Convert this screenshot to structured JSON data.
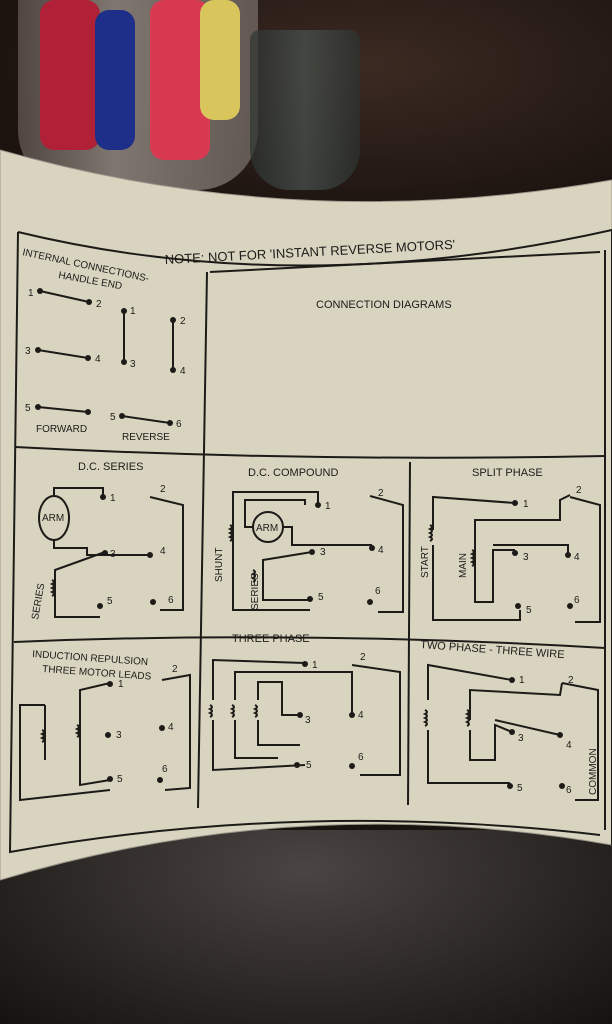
{
  "note": "NOTE: NOT FOR 'INSTANT REVERSE MOTORS'",
  "connection_diagrams_title": "CONNECTION DIAGRAMS",
  "internal": {
    "title_line1": "INTERNAL CONNECTIONS-",
    "title_line2": "HANDLE END",
    "forward": "FORWARD",
    "reverse": "REVERSE",
    "terminals": [
      "1",
      "2",
      "3",
      "4",
      "5",
      "6"
    ]
  },
  "panels": {
    "dc_series": {
      "title": "D.C. SERIES",
      "arm": "ARM",
      "series": "SERIES"
    },
    "dc_compound": {
      "title": "D.C. COMPOUND",
      "arm": "ARM",
      "shunt": "SHUNT",
      "series": "SERIES"
    },
    "split_phase": {
      "title": "SPLIT PHASE",
      "start": "START",
      "main": "MAIN"
    },
    "induction": {
      "title_line1": "INDUCTION REPULSION",
      "title_line2": "THREE MOTOR LEADS"
    },
    "three_phase": {
      "title": "THREE PHASE"
    },
    "two_phase": {
      "title": "TWO PHASE - THREE WIRE",
      "common": "COMMON"
    }
  }
}
